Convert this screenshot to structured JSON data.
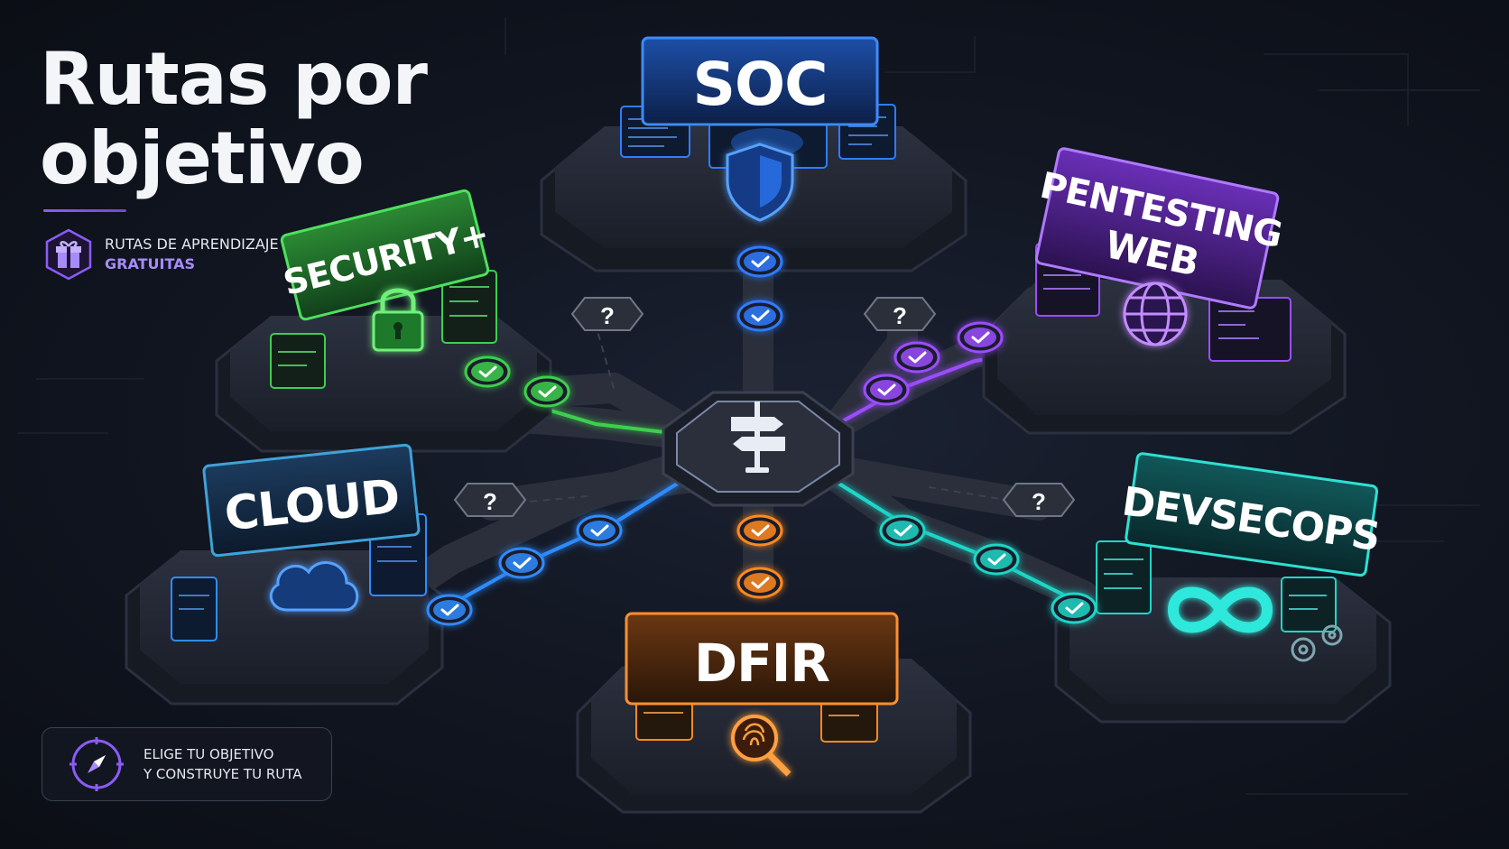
{
  "header": {
    "title_line1": "Rutas por",
    "title_line2": "objetivo"
  },
  "badge": {
    "icon": "gift-icon",
    "line1": "RUTAS DE APRENDIZAJE",
    "line2": "GRATUITAS"
  },
  "cta": {
    "icon": "compass-icon",
    "line1": "ELIGE TU OBJETIVO",
    "line2": "Y CONSTRUYE TU RUTA"
  },
  "hub": {
    "icon": "signpost-icon"
  },
  "paths": {
    "soc": {
      "label": "SOC",
      "icon": "shield-icon",
      "color": "#2f7dff"
    },
    "pentesting": {
      "line1": "PENTESTING",
      "line2": "WEB",
      "icon": "globe-icon",
      "color": "#9b4dff"
    },
    "security": {
      "label": "SECURITY+",
      "icon": "padlock-icon",
      "color": "#3ccf4e"
    },
    "cloud": {
      "label": "CLOUD",
      "icon": "cloud-icon",
      "color": "#2f8cff"
    },
    "devsecops": {
      "label": "DEVSECOPS",
      "icon": "infinity-icon",
      "color": "#1fd6c8"
    },
    "dfir": {
      "label": "DFIR",
      "icon": "fingerprint-magnifier-icon",
      "color": "#ff8a1f"
    }
  },
  "unknown_marker": "?"
}
